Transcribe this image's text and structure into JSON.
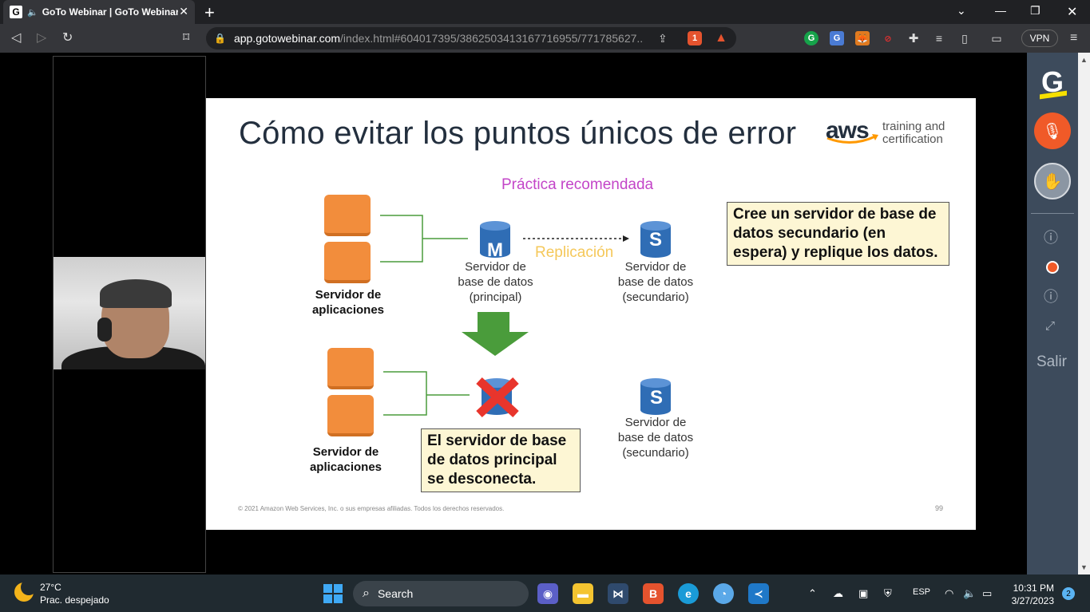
{
  "browser": {
    "tab_title": "GoTo Webinar | GoTo Webinar",
    "tab_favicon": "G",
    "url_host": "app.gotowebinar.com",
    "url_path": "/index.html#604017395/3862503413167716955/771785627...",
    "vpn_label": "VPN",
    "brave_badge": "1"
  },
  "slide": {
    "title": "Cómo evitar los puntos únicos de error",
    "logo_text": "aws",
    "logo_sub": "training and certification",
    "practice_label": "Práctica recomendada",
    "replication_label": "Replicación",
    "db_primary_letter": "M",
    "db_secondary_letter": "S",
    "app_server_label_top": "Servidor de aplicaciones",
    "app_server_label_bottom": "Servidor de aplicaciones",
    "db_primary_label": "Servidor de base de datos (principal)",
    "db_secondary_label_top": "Servidor de base de datos (secundario)",
    "db_secondary_label_bottom": "Servidor de base de datos (secundario)",
    "note_recommend": "Cree un servidor de base de datos secundario (en espera) y replique los datos.",
    "note_disconnect": "El servidor de base de datos principal se desconecta.",
    "footer": "© 2021 Amazon Web Services, Inc. o sus empresas afiliadas. Todos los derechos reservados.",
    "page_number": "99",
    "colors": {
      "server_orange": "#f28d3c",
      "db_blue": "#2f6db5",
      "arrow_green": "#4a9c3b",
      "x_red": "#e8352c",
      "practice_magenta": "#c345c8",
      "note_bg": "#fdf6d4"
    }
  },
  "goto_panel": {
    "logo": "G",
    "exit_label": "Salir",
    "icons": [
      "microphone-muted-icon",
      "raise-hand-icon",
      "help-icon",
      "record-icon",
      "info-icon",
      "fullscreen-icon"
    ]
  },
  "taskbar": {
    "temperature": "27°C",
    "condition": "Prac. despejado",
    "search_label": "Search",
    "language": "ESP",
    "time": "10:31 PM",
    "date": "3/27/2023",
    "notification_count": "2"
  }
}
